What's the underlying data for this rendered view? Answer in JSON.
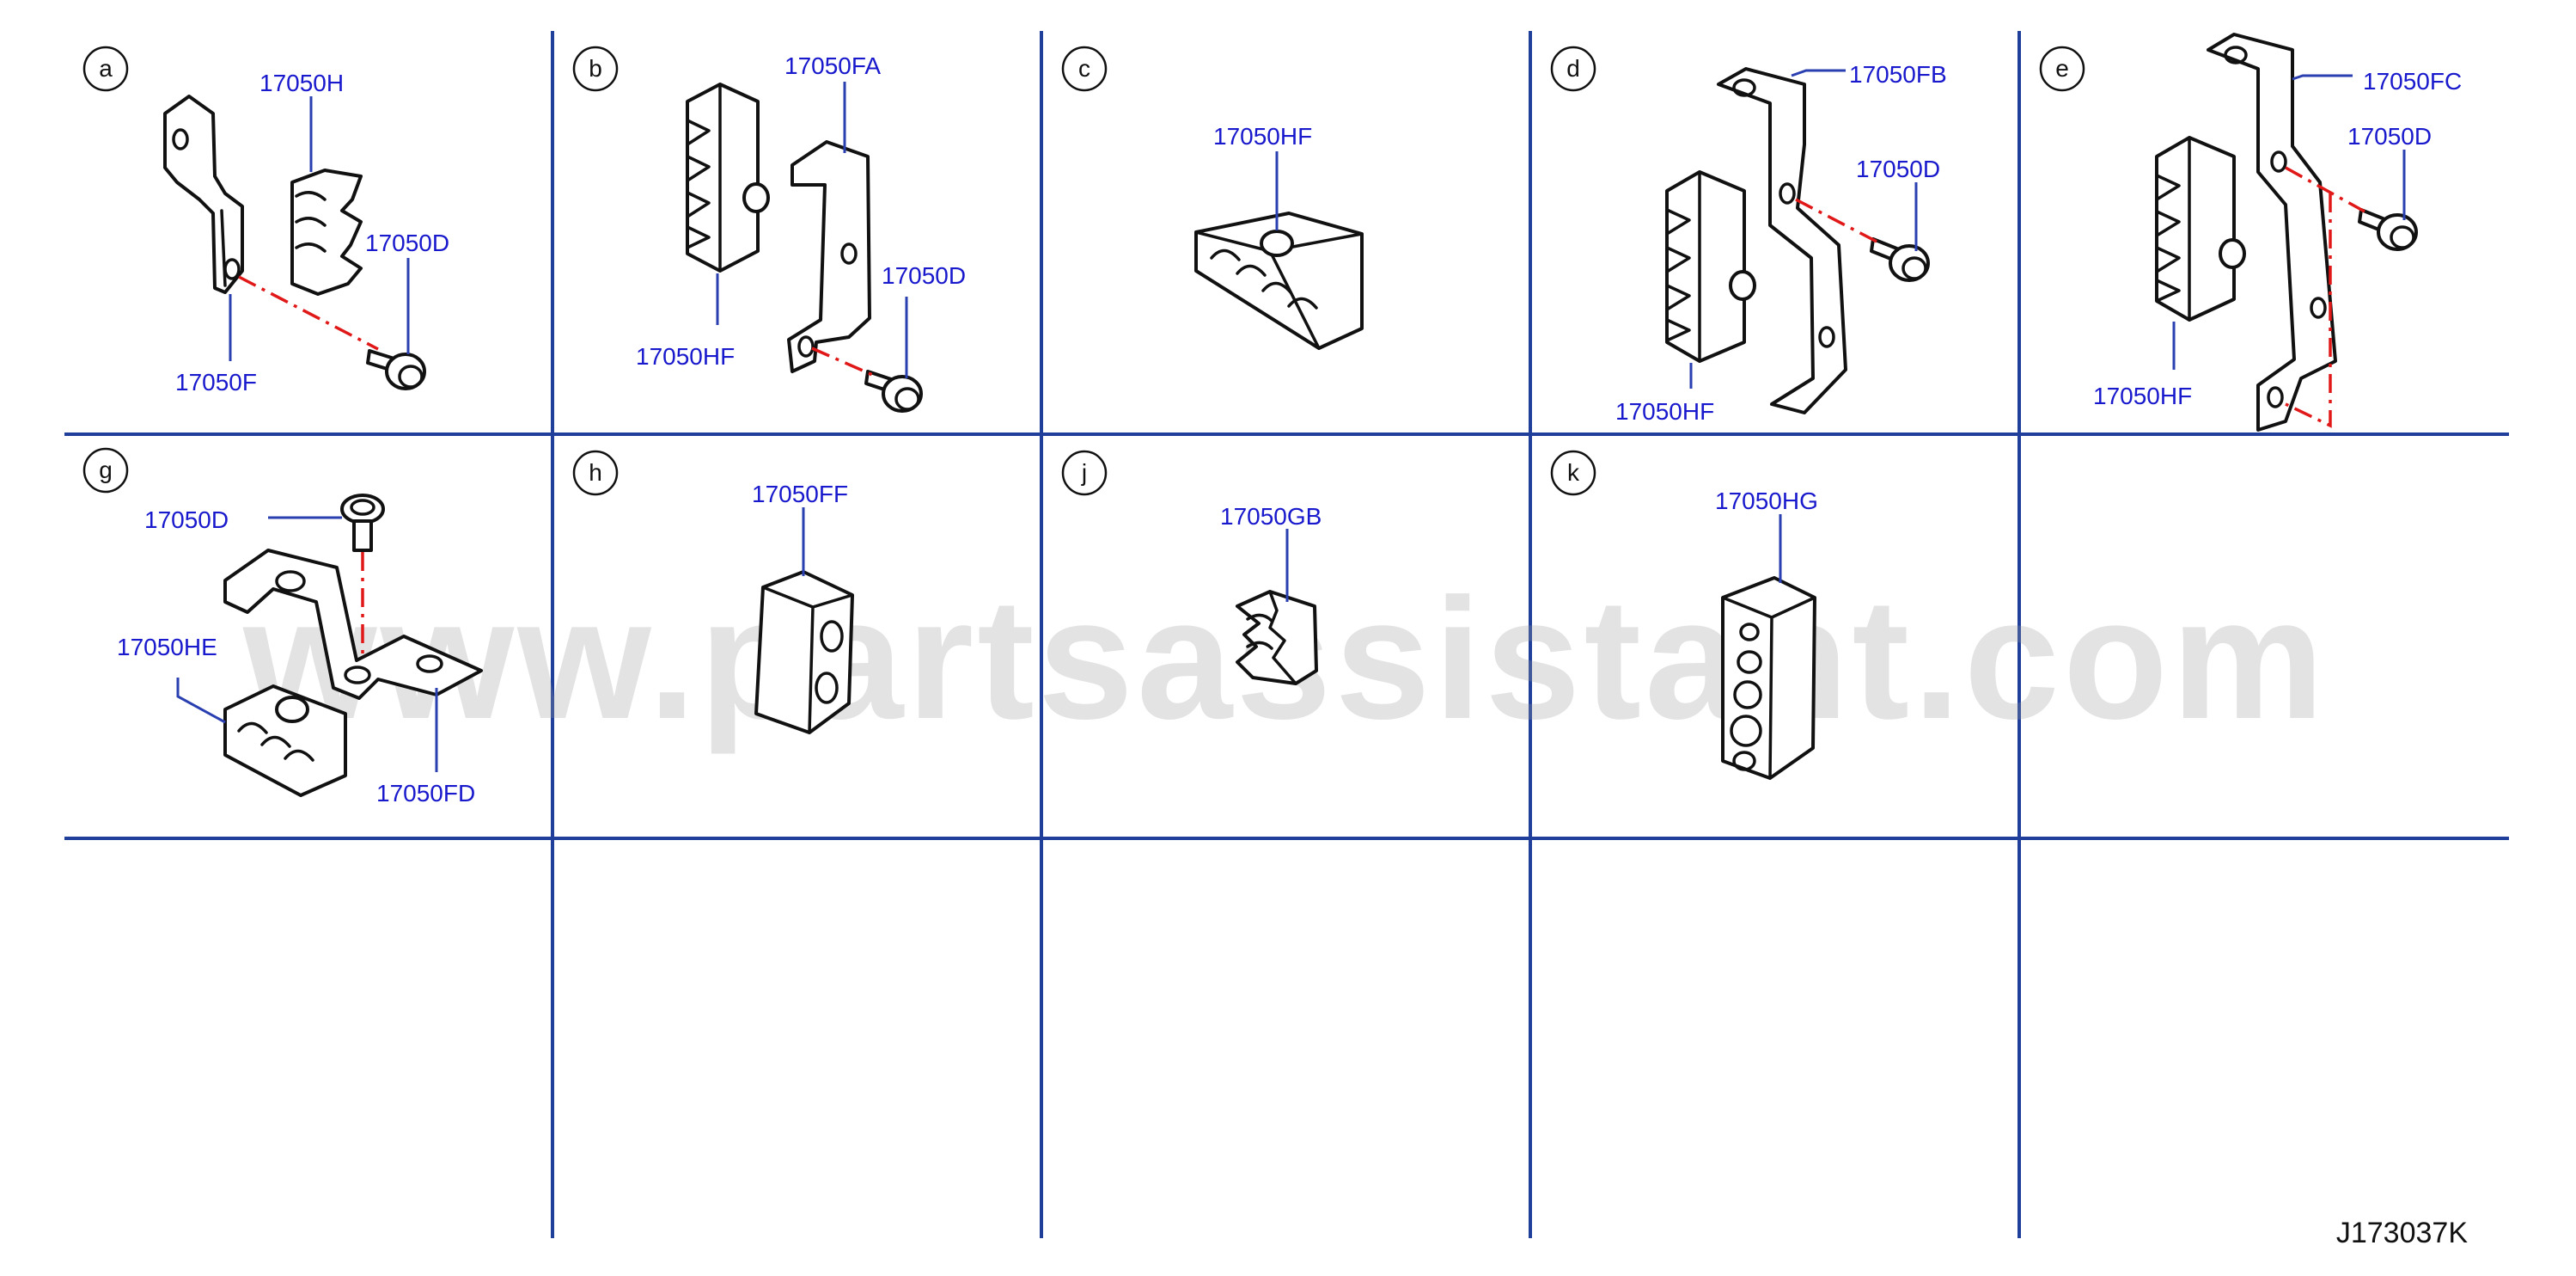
{
  "watermark": "www.partsassistant.com",
  "diagram_code": "J173037K",
  "sections": [
    {
      "letter": "a",
      "labels": [
        "17050H",
        "17050D",
        "17050F"
      ]
    },
    {
      "letter": "b",
      "labels": [
        "17050FA",
        "17050D",
        "17050HF"
      ]
    },
    {
      "letter": "c",
      "labels": [
        "17050HF"
      ]
    },
    {
      "letter": "d",
      "labels": [
        "17050FB",
        "17050D",
        "17050HF"
      ]
    },
    {
      "letter": "e",
      "labels": [
        "17050FC",
        "17050D",
        "17050HF"
      ]
    },
    {
      "letter": "g",
      "labels": [
        "17050D",
        "17050HE",
        "17050FD"
      ]
    },
    {
      "letter": "h",
      "labels": [
        "17050FF"
      ]
    },
    {
      "letter": "j",
      "labels": [
        "17050GB"
      ]
    },
    {
      "letter": "k",
      "labels": [
        "17050HG"
      ]
    }
  ]
}
